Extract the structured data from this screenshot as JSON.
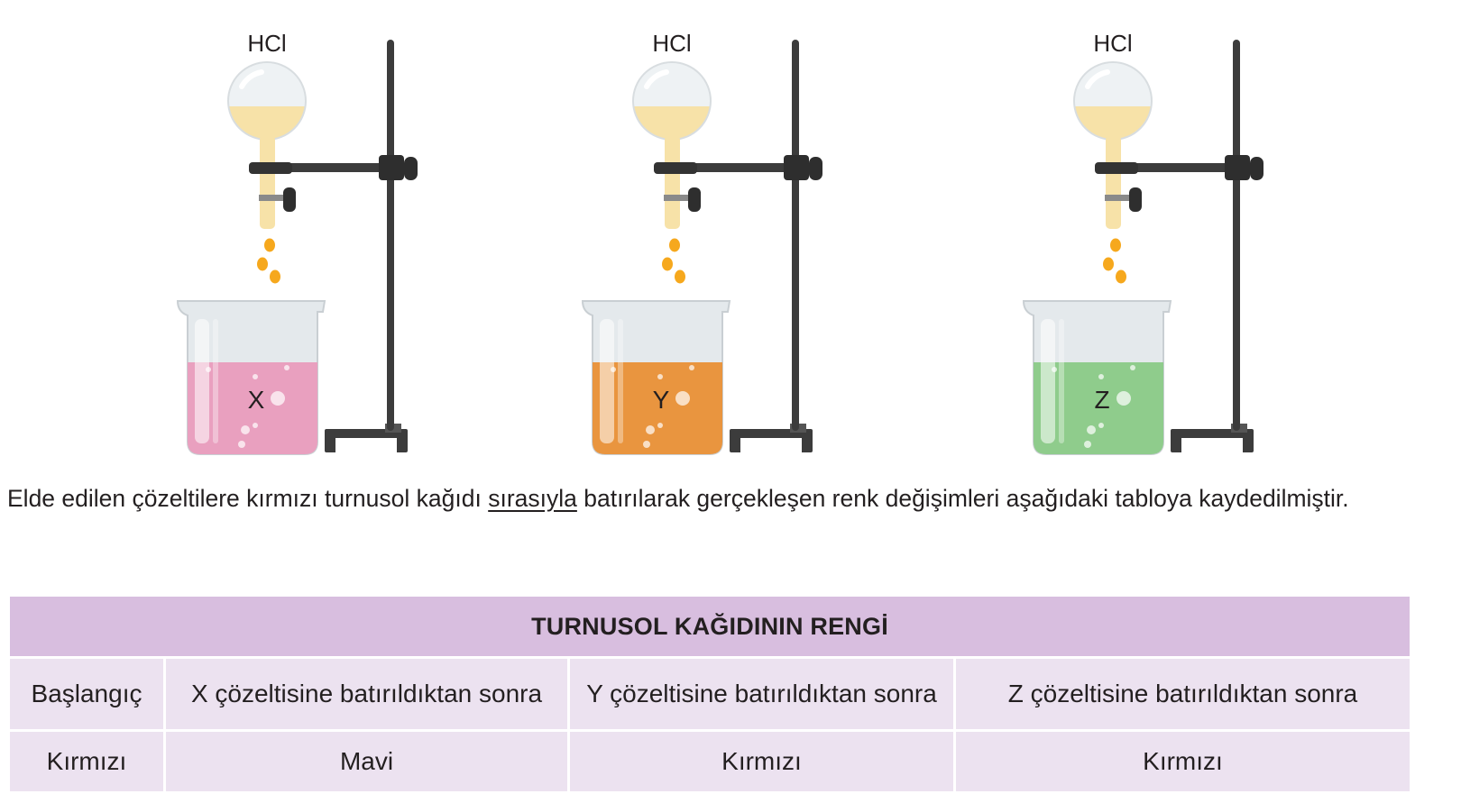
{
  "setups": [
    {
      "reagent": "HCl",
      "solution": "X",
      "liquid_color": "#e9a0bf"
    },
    {
      "reagent": "HCl",
      "solution": "Y",
      "liquid_color": "#e9953f"
    },
    {
      "reagent": "HCl",
      "solution": "Z",
      "liquid_color": "#8fcc8c"
    }
  ],
  "paragraph": {
    "before": "Elde edilen çözeltilere kırmızı turnusol kağıdı ",
    "underlined": "sırasıyla",
    "after": " batırılarak gerçekleşen renk değişimleri aşağıdaki tabloya kaydedilmiştir."
  },
  "table": {
    "title": "TURNUSOL KAĞIDININ RENGİ",
    "columns": [
      "Başlangıç",
      "X çözeltisine batırıldıktan sonra",
      "Y çözeltisine batırıldıktan sonra",
      "Z çözeltisine batırıldıktan sonra"
    ],
    "values": [
      "Kırmızı",
      "Mavi",
      "Kırmızı",
      "Kırmızı"
    ]
  },
  "colors": {
    "acid_color": "#f7e2a8",
    "drop_color": "#f6a81d",
    "header_bg": "#d8bedf",
    "cell_bg": "#ece2f0",
    "stand_color": "#3c3c3c"
  }
}
